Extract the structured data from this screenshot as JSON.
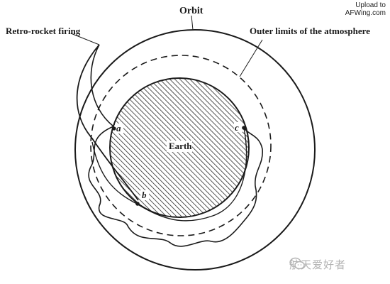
{
  "labels": {
    "orbit": "Orbit",
    "retro_rocket": "Retro-rocket firing",
    "outer_atmosphere": "Outer limits of the atmosphere",
    "earth": "Earth",
    "point_a": "a",
    "point_b": "b",
    "point_c": "c"
  },
  "watermarks": {
    "upload_line1": "Upload to",
    "upload_line2": "AFWing.com",
    "source": "航天爱好者"
  },
  "icons": {
    "wechat": "wechat-icon"
  },
  "colors": {
    "ink": "#1a1a1a",
    "watermark": "#b3b3b3"
  }
}
